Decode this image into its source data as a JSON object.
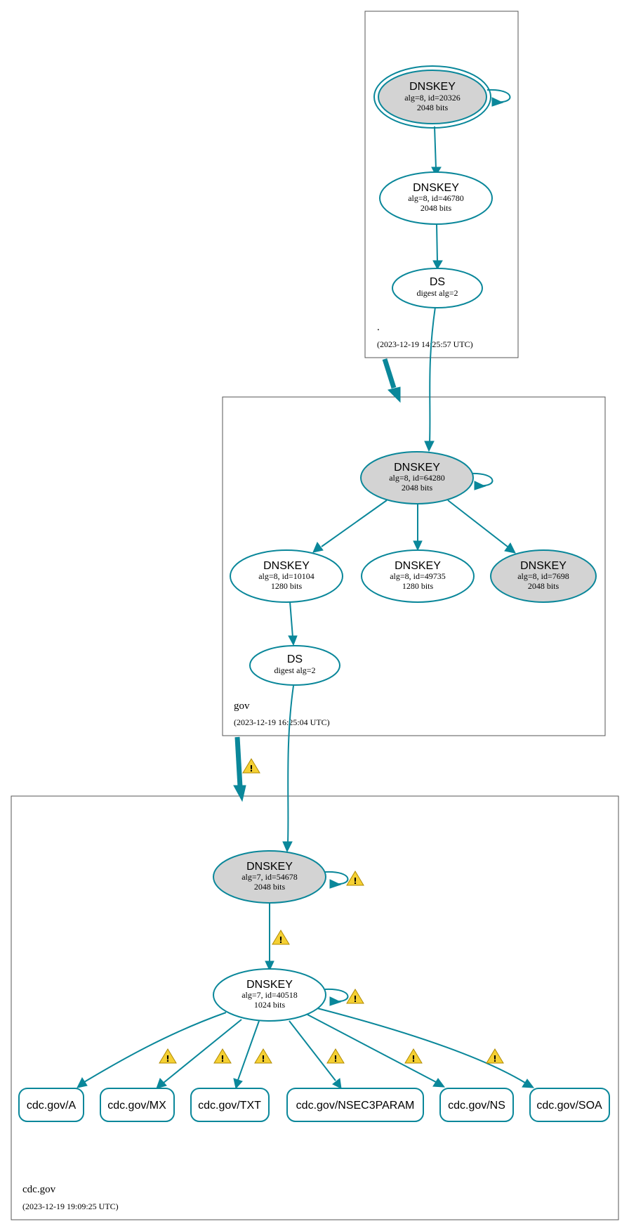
{
  "zones": {
    "root": {
      "name": ".",
      "timestamp": "(2023-12-19 14:25:57 UTC)"
    },
    "gov": {
      "name": "gov",
      "timestamp": "(2023-12-19 16:25:04 UTC)"
    },
    "cdc": {
      "name": "cdc.gov",
      "timestamp": "(2023-12-19 19:09:25 UTC)"
    }
  },
  "nodes": {
    "root_ksk": {
      "title": "DNSKEY",
      "line1": "alg=8, id=20326",
      "line2": "2048 bits"
    },
    "root_zsk": {
      "title": "DNSKEY",
      "line1": "alg=8, id=46780",
      "line2": "2048 bits"
    },
    "root_ds": {
      "title": "DS",
      "line1": "digest alg=2"
    },
    "gov_ksk": {
      "title": "DNSKEY",
      "line1": "alg=8, id=64280",
      "line2": "2048 bits"
    },
    "gov_zsk1": {
      "title": "DNSKEY",
      "line1": "alg=8, id=10104",
      "line2": "1280 bits"
    },
    "gov_zsk2": {
      "title": "DNSKEY",
      "line1": "alg=8, id=49735",
      "line2": "1280 bits"
    },
    "gov_ksk2": {
      "title": "DNSKEY",
      "line1": "alg=8, id=7698",
      "line2": "2048 bits"
    },
    "gov_ds": {
      "title": "DS",
      "line1": "digest alg=2"
    },
    "cdc_ksk": {
      "title": "DNSKEY",
      "line1": "alg=7, id=54678",
      "line2": "2048 bits"
    },
    "cdc_zsk": {
      "title": "DNSKEY",
      "line1": "alg=7, id=40518",
      "line2": "1024 bits"
    }
  },
  "rrsets": {
    "a": "cdc.gov/A",
    "mx": "cdc.gov/MX",
    "txt": "cdc.gov/TXT",
    "nsec3param": "cdc.gov/NSEC3PARAM",
    "ns": "cdc.gov/NS",
    "soa": "cdc.gov/SOA"
  },
  "warning_glyph": "!",
  "colors": {
    "edge": "#0a879a",
    "trusted_fill": "#d3d3d3",
    "warning": "#f5d033"
  }
}
